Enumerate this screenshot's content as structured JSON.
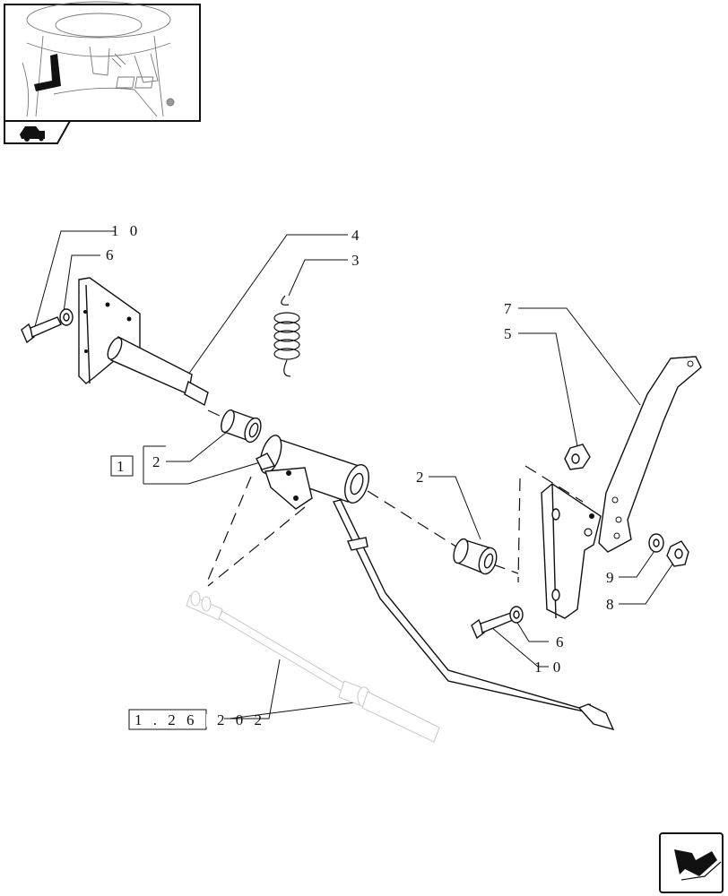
{
  "callouts": {
    "c10_top": "1 0",
    "c6_top": "6",
    "c4": "4",
    "c3": "3",
    "c7": "7",
    "c5": "5",
    "c2_left": "2",
    "c1": "1",
    "c2_right": "2",
    "c9": "9",
    "c8": "8",
    "c6_bottom": "6",
    "c10_bottom": "1 0",
    "ref_box": "1 . 2 6",
    "ref_suffix": "2 0 2"
  },
  "icons": {
    "thumbnail": "tractor-pedal-location-thumbnail",
    "section_badge": "tractor-section-icon",
    "nav": "next-page-arrow-icon"
  }
}
